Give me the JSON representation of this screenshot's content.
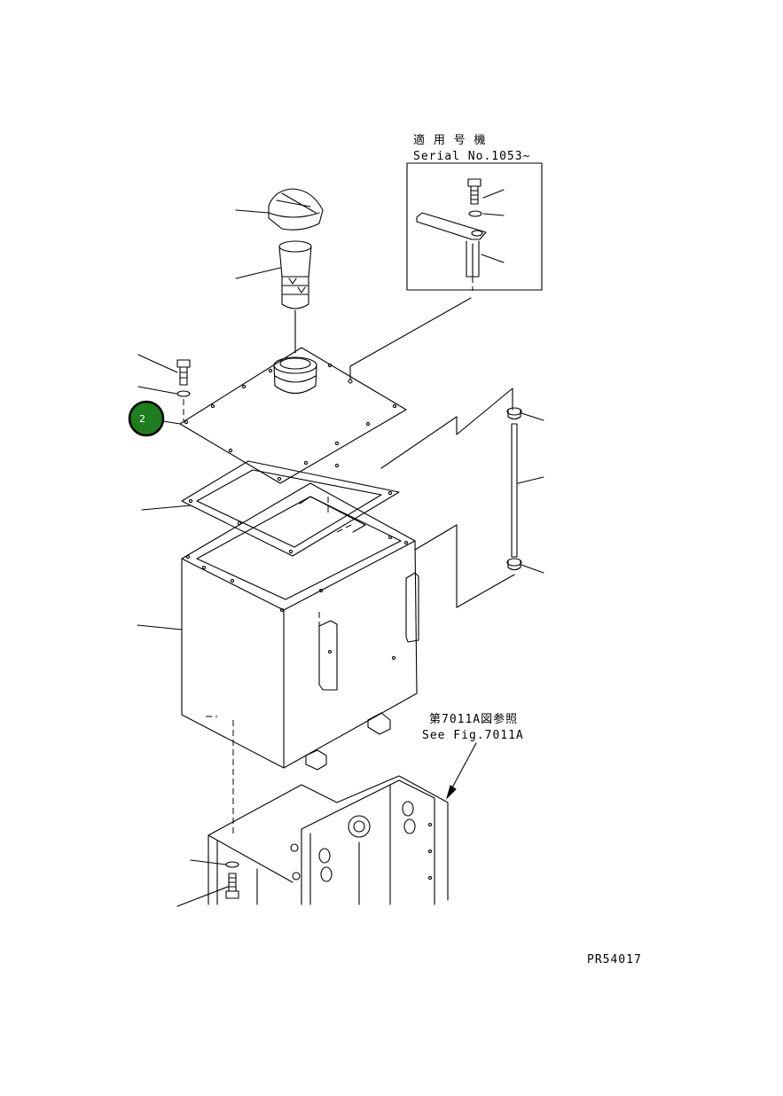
{
  "serial_note": {
    "line1": "適 用 号 機",
    "line2": "Serial No.1053~"
  },
  "reference_note": {
    "line1": "第7011A図参照",
    "line2": "See Fig.7011A"
  },
  "part_number": "PR54017",
  "callout": {
    "label": "2",
    "fill": "#1e7d1e",
    "stroke": "#000000"
  }
}
